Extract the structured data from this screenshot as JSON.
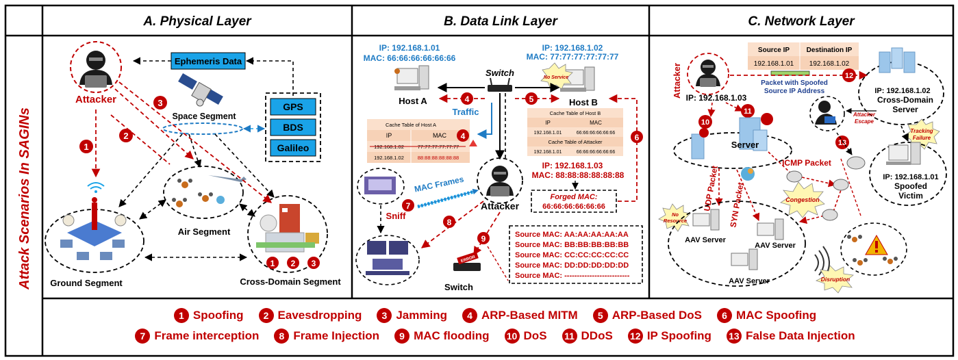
{
  "side_title": "Attack Scenarios In SAGINs",
  "columns": [
    {
      "title": "A. Physical Layer"
    },
    {
      "title": "B. Data Link Layer"
    },
    {
      "title": "C. Network Layer"
    }
  ],
  "physical": {
    "ephemeris": "Ephemeris Data",
    "gnss": [
      "GPS",
      "BDS",
      "Galileo"
    ],
    "attacker": "Attacker",
    "space": "Space Segment",
    "air": "Air Segment",
    "ground": "Ground Segment",
    "cross": "Cross-Domain Segment",
    "markers": [
      "1",
      "2",
      "3"
    ]
  },
  "datalink": {
    "hostA_ip": "IP: 192.168.1.01",
    "hostA_mac": "MAC: 66:66:66:66:66:66",
    "hostB_ip": "IP: 192.168.1.02",
    "hostB_mac": "MAC: 77:77:77:77:77:77",
    "switch": "Switch",
    "host_a": "Host A",
    "host_b": "Host B",
    "no_service": "No Service",
    "traffic": "Traffic",
    "cacheA": {
      "title": "Cache Table of Host A",
      "headers": [
        "IP",
        "MAC"
      ],
      "rows": [
        [
          "192.168.1.02",
          "77:77:77:77:77:77"
        ],
        [
          "192.168.1.02",
          "88:88:88:88:88:88"
        ]
      ]
    },
    "cacheB": {
      "title": "Cache Table of Host B",
      "headers": [
        "IP",
        "MAC"
      ],
      "rows": [
        [
          "192.168.1.01",
          "66:66:66:66:66:66"
        ]
      ]
    },
    "cacheAtk": {
      "title": "Cache Table of Attacker",
      "rows": [
        [
          "192.168.1.01",
          "66:66:66:66:66:66"
        ]
      ]
    },
    "atk_ip": "IP: 192.168.1.03",
    "atk_mac": "MAC: 88:88:88:88:88:88",
    "mac_frames": "MAC Frames",
    "attacker": "Attacker",
    "forged_title": "Forged MAC:",
    "forged_value": "66:66:66:66:66:66",
    "sniff": "Sniff",
    "switch2": "Switch",
    "error": "ERROR",
    "flood": [
      "Source MAC: AA:AA:AA:AA:AA",
      "Source MAC: BB:BB:BB:BB:BB",
      "Source MAC: CC:CC:CC:CC:CC",
      "Source MAC: DD:DD:DD:DD:DD",
      "Source MAC: --------------------------"
    ]
  },
  "network": {
    "ip_table": {
      "headers": [
        "Source IP",
        "Destination IP"
      ],
      "row": [
        "192.168.1.01",
        "192.168.1.02"
      ]
    },
    "packet_label_1": "Packet with Spoofed",
    "packet_label_2": "Source IP Address",
    "attacker": "Attacker",
    "atk_ip": "IP: 192.168.1.03",
    "cds_ip": "IP: 192.168.1.02",
    "cds_1": "Cross-Domain",
    "cds_2": "Server",
    "escape_1": "Attacker",
    "escape_2": "Escape",
    "tracking_1": "Tracking",
    "tracking_2": "Failure",
    "victim_ip": "IP: 192.168.1.01",
    "victim_1": "Spoofed",
    "victim_2": "Victim",
    "server": "Server",
    "icmp": "ICMP Packet",
    "udp": "UDP Packet",
    "syn": "SYN Packet",
    "congestion": "Congestion",
    "no_resource_1": "No",
    "no_resource_2": "Resource",
    "aav": "AAV Server",
    "disruption": "Disruption"
  },
  "legend": [
    {
      "num": "1",
      "label": "Spoofing"
    },
    {
      "num": "2",
      "label": "Eavesdropping"
    },
    {
      "num": "3",
      "label": "Jamming"
    },
    {
      "num": "4",
      "label": "ARP-Based MITM"
    },
    {
      "num": "5",
      "label": "ARP-Based DoS"
    },
    {
      "num": "6",
      "label": "MAC Spoofing"
    },
    {
      "num": "7",
      "label": "Frame interception"
    },
    {
      "num": "8",
      "label": "Frame Injection"
    },
    {
      "num": "9",
      "label": "MAC flooding"
    },
    {
      "num": "10",
      "label": "DoS"
    },
    {
      "num": "11",
      "label": "DDoS"
    },
    {
      "num": "12",
      "label": "IP Spoofing"
    },
    {
      "num": "13",
      "label": "False Data Injection"
    }
  ],
  "colors": {
    "red": "#c00000",
    "blue": "#1e7bc4",
    "box": "#1aa3e8",
    "table": "#fbe0cc"
  }
}
